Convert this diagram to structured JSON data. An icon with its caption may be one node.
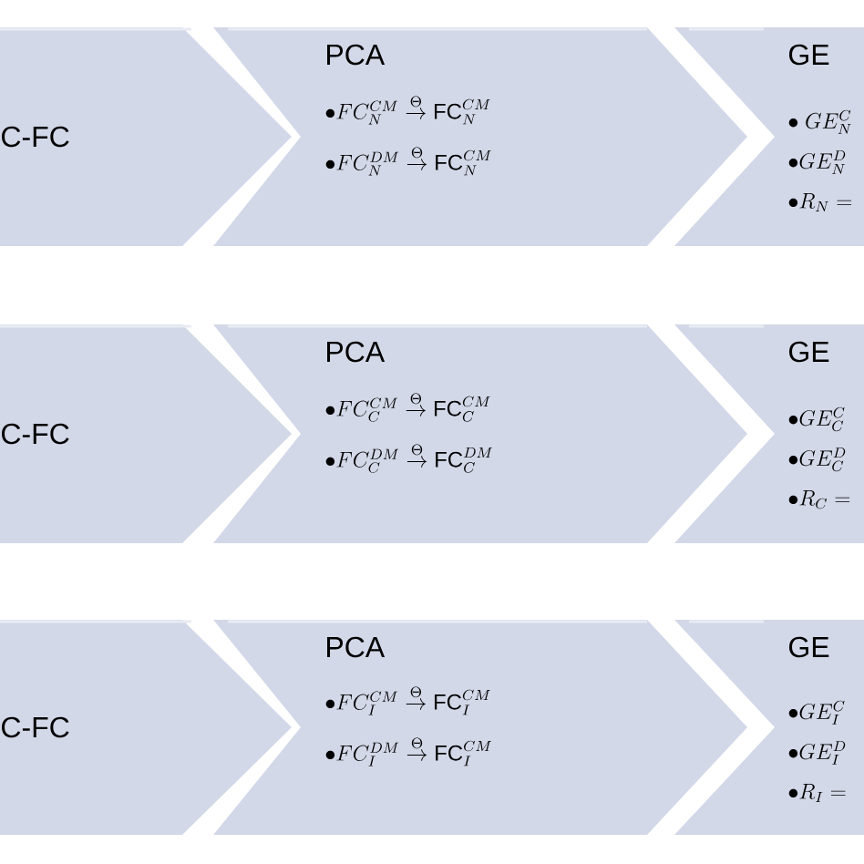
{
  "diagram": {
    "nodes": [
      {
        "text": [
          "C-FC"
        ]
      },
      {
        "text": [
          "PCA",
          "\\bullet FC_N^{CM} \\overset{\\Theta}{\\rightarrow} \\text{FC}_N^{CM}",
          "\\bullet FC_N^{DM} \\overset{\\Theta}{\\rightarrow} \\text{FC}_N^{CM}"
        ]
      },
      {
        "text": [
          "GE",
          "\\bullet\\ GE_N^{C}",
          "\\bullet GE_N^{D}",
          "\\bullet R_N ="
        ]
      },
      {
        "text": [
          "C-FC"
        ]
      },
      {
        "text": [
          "PCA",
          "\\bullet FC_C^{CM} \\overset{\\Theta}{\\rightarrow} \\text{FC}_C^{CM}",
          "\\bullet FC_C^{DM} \\overset{\\Theta}{\\rightarrow} \\text{FC}_C^{DM}"
        ]
      },
      {
        "text": [
          "GE",
          "\\bullet GE_C^{C}",
          "\\bullet GE_C^{D}",
          "\\bullet R_C ="
        ]
      },
      {
        "text": [
          "C-FC"
        ]
      },
      {
        "text": [
          "PCA",
          "\\bullet FC_I^{CM} \\overset{\\Theta}{\\rightarrow} \\text{FC}_I^{CM}",
          "\\bullet FC_I^{DM} \\overset{\\Theta}{\\rightarrow} \\text{FC}_I^{CM}"
        ]
      },
      {
        "text": [
          "GE",
          "\\bullet GE_I^{C}",
          "\\bullet GE_I^{D}",
          "\\bullet R_I ="
        ]
      }
    ]
  }
}
